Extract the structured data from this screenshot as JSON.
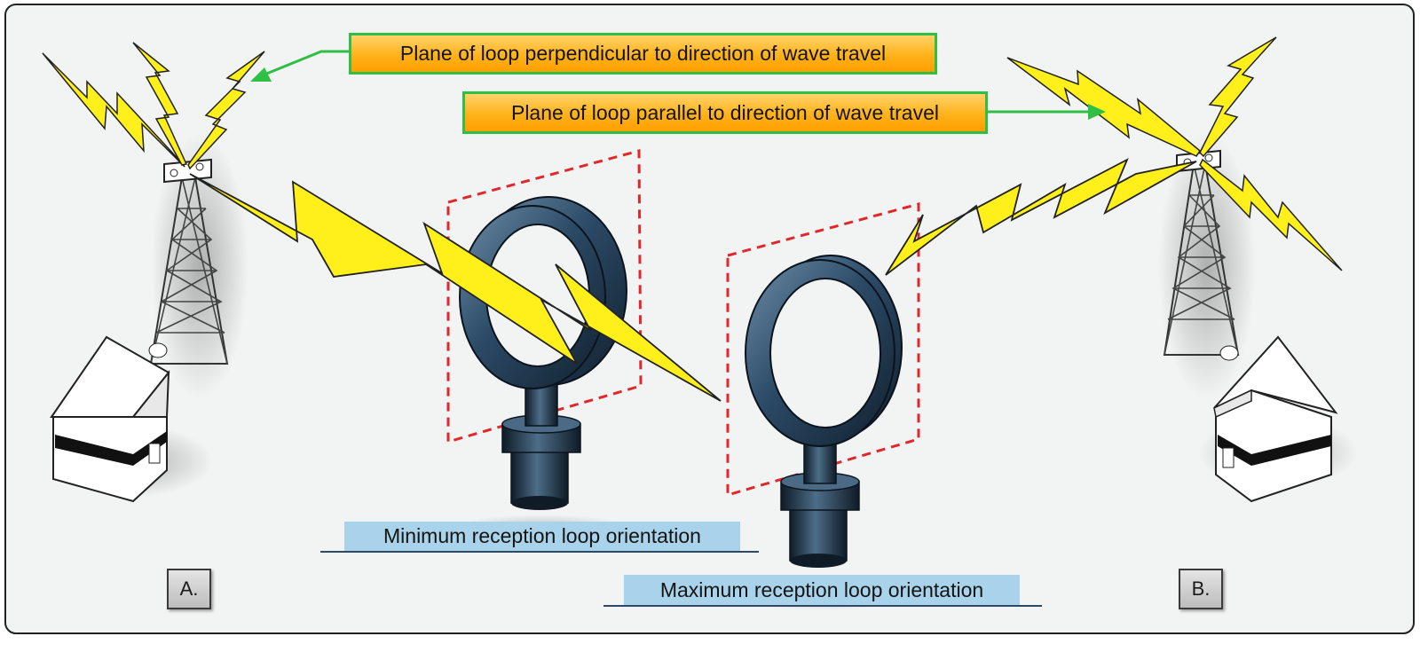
{
  "callouts": {
    "perpendicular": "Plane of loop perpendicular to direction of wave travel",
    "parallel": "Plane of loop parallel to direction of wave travel"
  },
  "captions": {
    "minimum": "Minimum reception loop orientation",
    "maximum": "Maximum reception loop orientation"
  },
  "panels": {
    "left": "A.",
    "right": "B."
  },
  "colors": {
    "background": "#f2f3f3",
    "callout_fill": "#ffb21a",
    "callout_border": "#2fbf45",
    "caption_fill": "#a9d3ea",
    "lightning": "#ffef1a",
    "loop_plane_outline": "#e0282c",
    "loop_antenna": "#2a4a66"
  },
  "icons": [
    "radio-tower-icon",
    "station-building-icon",
    "loop-antenna-icon",
    "lightning-wave-icon",
    "arrow-icon"
  ]
}
